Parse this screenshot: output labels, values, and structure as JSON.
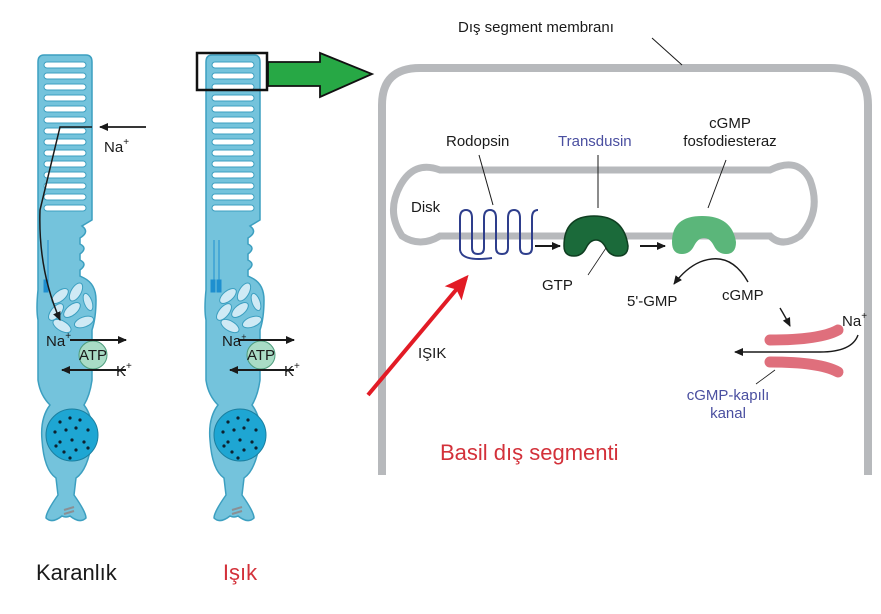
{
  "colors": {
    "cell_fill": "#74c3dc",
    "cell_stroke": "#3c9fc0",
    "disc_fill": "#ffffff",
    "nucleus_fill": "#1ea6d3",
    "atp_fill": "#a9dcc6",
    "membrane_gray": "#b7b9bc",
    "zoom_arrow_green": "#27a845",
    "transducin_green": "#1b6a3a",
    "pde_green": "#5bb67a",
    "rhodopsin_blue": "#2e3e8c",
    "light_arrow_red": "#e21b25",
    "channel_pink": "#df6f7c",
    "label_blue": "#4a4fa0",
    "label_red": "#d3313a"
  },
  "left_cells": {
    "dark": {
      "caption": "Karanlık",
      "na_in_label": "Na",
      "na_in_sup": "+",
      "pump_na_label": "Na",
      "pump_na_sup": "+",
      "pump_label": "ATP",
      "pump_k_label": "K",
      "pump_k_sup": "+"
    },
    "light": {
      "caption": "Işık",
      "pump_na_label": "Na",
      "pump_na_sup": "+",
      "pump_label": "ATP",
      "pump_k_label": "K",
      "pump_k_sup": "+"
    }
  },
  "detail": {
    "membrane_label": "Dış segment membranı",
    "disk_label": "Disk",
    "rhodopsin_label": "Rodopsin",
    "transducin_label": "Transdusin",
    "pde_label_line1": "cGMP",
    "pde_label_line2": "fosfodiesteraz",
    "gtp_label": "GTP",
    "gmp5_label": "5'-GMP",
    "cgmp_label": "cGMP",
    "na_label": "Na",
    "na_sup": "+",
    "light_label": "IŞIK",
    "channel_label_line1": "cGMP-kapılı",
    "channel_label_line2": "kanal",
    "region_label": "Basil dış segmenti"
  }
}
